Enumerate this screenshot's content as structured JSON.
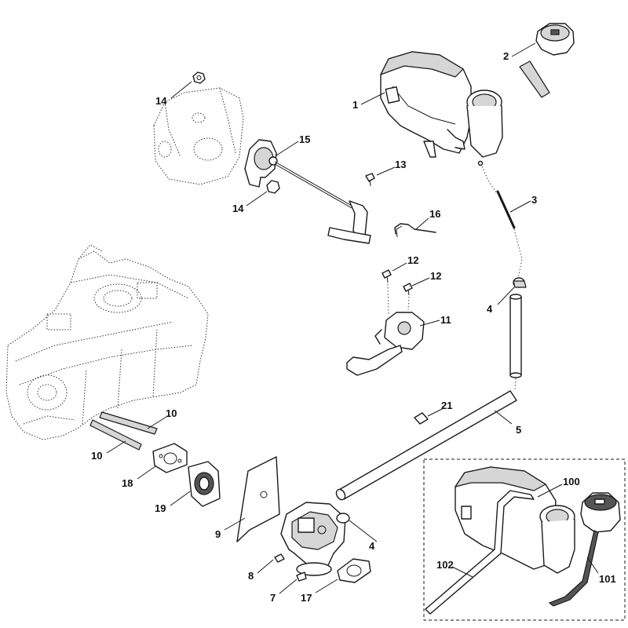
{
  "callouts": [
    {
      "id": "c1",
      "label": "1"
    },
    {
      "id": "c2",
      "label": "2"
    },
    {
      "id": "c3",
      "label": "3"
    },
    {
      "id": "c4a",
      "label": "4"
    },
    {
      "id": "c4b",
      "label": "4"
    },
    {
      "id": "c5",
      "label": "5"
    },
    {
      "id": "c7",
      "label": "7"
    },
    {
      "id": "c8",
      "label": "8"
    },
    {
      "id": "c9",
      "label": "9"
    },
    {
      "id": "c10a",
      "label": "10"
    },
    {
      "id": "c10b",
      "label": "10"
    },
    {
      "id": "c11",
      "label": "11"
    },
    {
      "id": "c12a",
      "label": "12"
    },
    {
      "id": "c12b",
      "label": "12"
    },
    {
      "id": "c13",
      "label": "13"
    },
    {
      "id": "c14a",
      "label": "14"
    },
    {
      "id": "c14b",
      "label": "14"
    },
    {
      "id": "c15",
      "label": "15"
    },
    {
      "id": "c16",
      "label": "16"
    },
    {
      "id": "c17",
      "label": "17"
    },
    {
      "id": "c18",
      "label": "18"
    },
    {
      "id": "c19",
      "label": "19"
    },
    {
      "id": "c21",
      "label": "21"
    },
    {
      "id": "c100",
      "label": "100"
    },
    {
      "id": "c101",
      "label": "101"
    },
    {
      "id": "c102",
      "label": "102"
    }
  ]
}
